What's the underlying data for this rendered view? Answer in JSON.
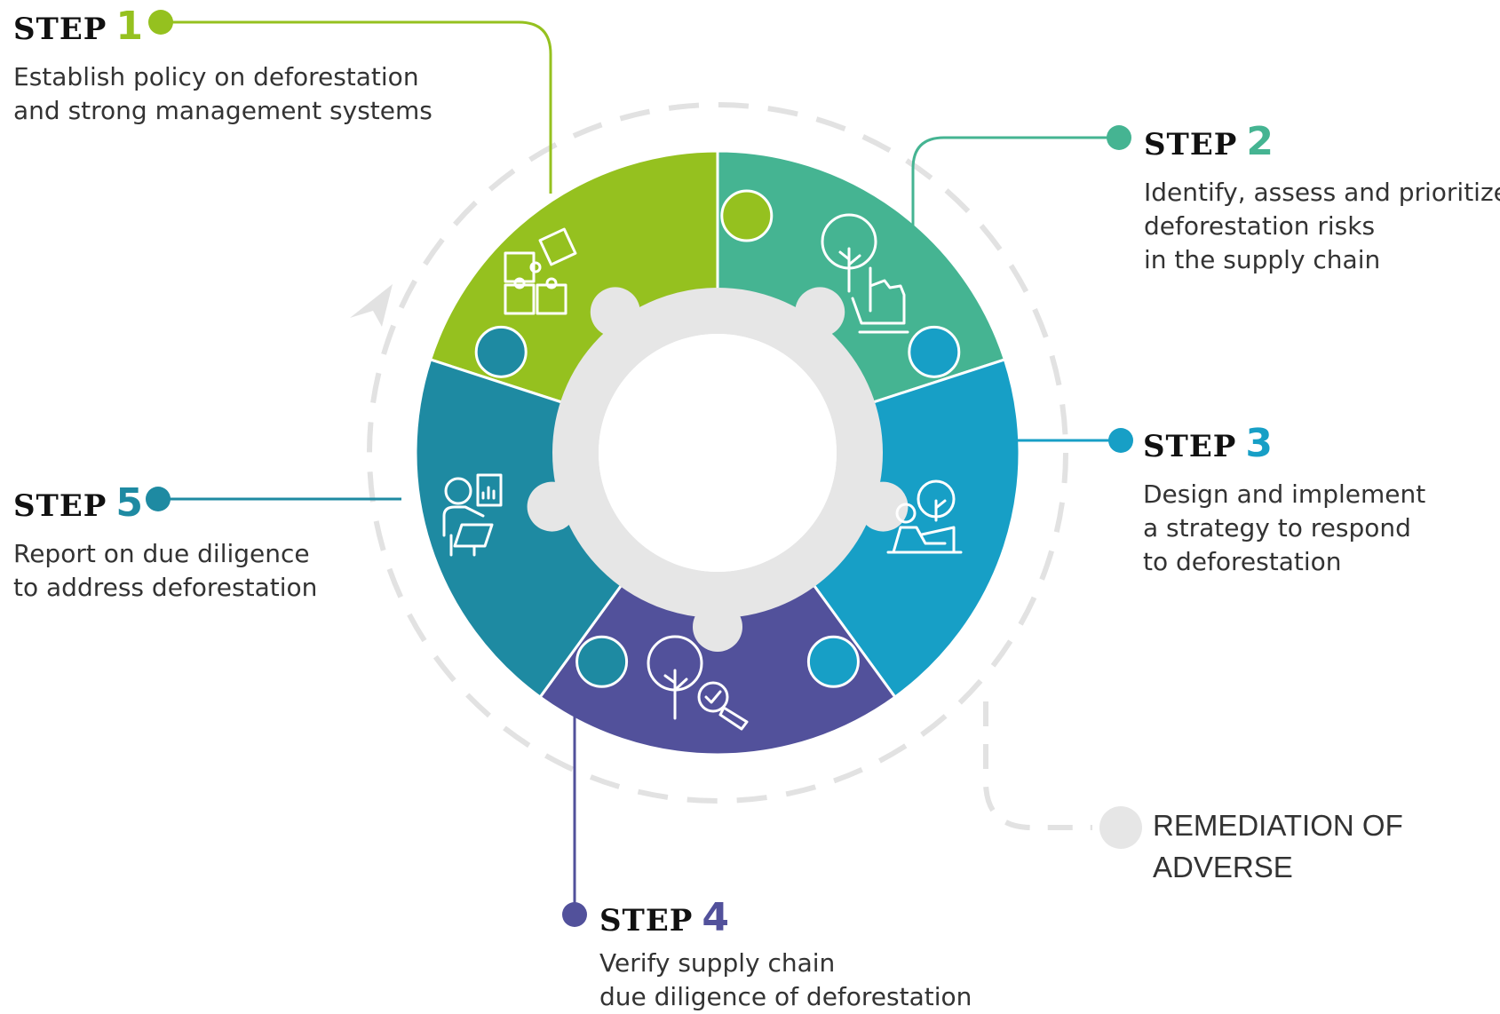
{
  "colors": {
    "step1": "#95C11F",
    "step2": "#45B492",
    "step3": "#179FC6",
    "step4": "#52519B",
    "step5": "#1E8AA2",
    "hub": "#E6E6E6",
    "dashes": "#E2E2E2",
    "label_text": "#111111",
    "body_text": "#333333"
  },
  "steps": [
    {
      "label": "STEP",
      "number": "1",
      "color": "#95C11F",
      "icon": "puzzle-pieces-icon",
      "lines": [
        "Establish policy on deforestation",
        "and strong management systems"
      ]
    },
    {
      "label": "STEP",
      "number": "2",
      "color": "#45B492",
      "icon": "tree-pointing-hand-icon",
      "lines": [
        "Identify, assess and prioritize",
        "deforestation risks",
        "in the supply chain"
      ]
    },
    {
      "label": "STEP",
      "number": "3",
      "color": "#179FC6",
      "icon": "person-laptop-tree-icon",
      "lines": [
        "Design and implement",
        "a strategy to respond",
        "to deforestation"
      ]
    },
    {
      "label": "STEP",
      "number": "4",
      "color": "#52519B",
      "icon": "tree-magnifier-check-icon",
      "lines": [
        "Verify supply chain",
        "due diligence of deforestation"
      ]
    },
    {
      "label": "STEP",
      "number": "5",
      "color": "#1E8AA2",
      "icon": "person-report-icon",
      "lines": [
        "Report on due diligence",
        "to address deforestation"
      ]
    }
  ],
  "remediation": {
    "lines": [
      "REMEDIATION OF",
      "ADVERSE"
    ]
  }
}
